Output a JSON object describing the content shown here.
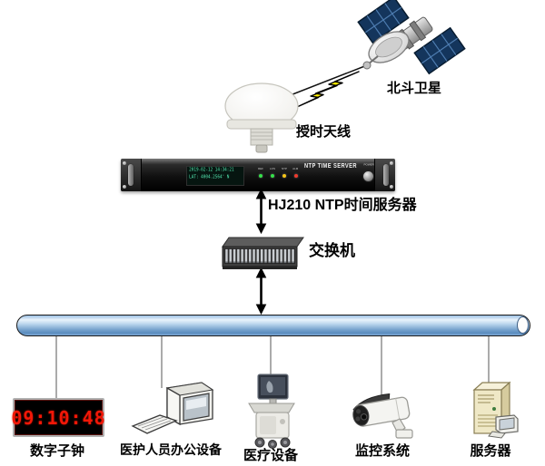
{
  "diagram": {
    "title_hint": "NTP time service network topology",
    "satellite": {
      "label": "北斗卫星"
    },
    "antenna": {
      "label": "授时天线"
    },
    "ntp_server": {
      "label": "HJ210 NTP时间服务器",
      "panel_title": "NTP TIME SERVER",
      "power_label": "POWER",
      "display": {
        "line1": "2019-02-12 14:34:21",
        "line2": "LAT: 4004.2564' N"
      },
      "leds": [
        {
          "label": "REF",
          "color": "#35e04a"
        },
        {
          "label": "LOS",
          "color": "#35e04a"
        },
        {
          "label": "NTP",
          "color": "#f5c518"
        },
        {
          "label": "ALM",
          "color": "#f03a2d"
        }
      ]
    },
    "switch": {
      "label": "交换机"
    },
    "bus": {
      "color": "#7ea8d4"
    },
    "devices": [
      {
        "name": "digital-clock",
        "label": "数字子钟",
        "time": "09:10:48",
        "time_color": "#f21707"
      },
      {
        "name": "office-computer",
        "label": "医护人员办公设备"
      },
      {
        "name": "medical-equipment",
        "label": "医疗设备"
      },
      {
        "name": "surveillance-camera",
        "label": "监控系统"
      },
      {
        "name": "server-tower",
        "label": "服务器"
      }
    ]
  }
}
